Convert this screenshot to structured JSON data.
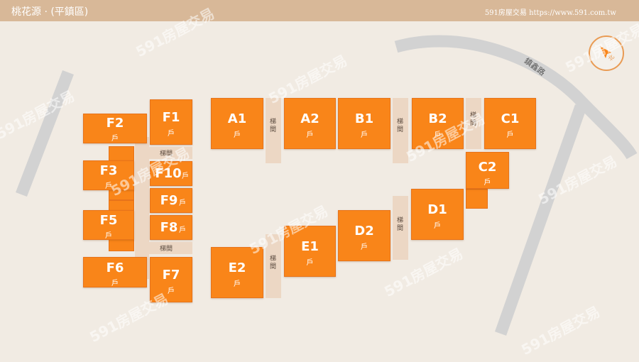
{
  "header": {
    "title": "桃花源 · (平鎮區)",
    "source": "591房屋交易 https://www.591.com.tw"
  },
  "map": {
    "road_label": "鎮鑫路",
    "compass_label": "北",
    "hu": "戶",
    "stairs_label": "梯間",
    "watermark": "591房屋交易",
    "colors": {
      "unit": "#f98519",
      "stair": "#ecd7c4",
      "road": "#d2d2d2",
      "header": "#d8b898",
      "background": "#f1ebe3"
    }
  },
  "units": {
    "A1": "A1",
    "A2": "A2",
    "B1": "B1",
    "B2": "B2",
    "C1": "C1",
    "C2": "C2",
    "D1": "D1",
    "D2": "D2",
    "E1": "E1",
    "E2": "E2",
    "F1": "F1",
    "F2": "F2",
    "F3": "F3",
    "F5": "F5",
    "F6": "F6",
    "F7": "F7",
    "F8": "F8",
    "F9": "F9",
    "F10": "F10"
  }
}
